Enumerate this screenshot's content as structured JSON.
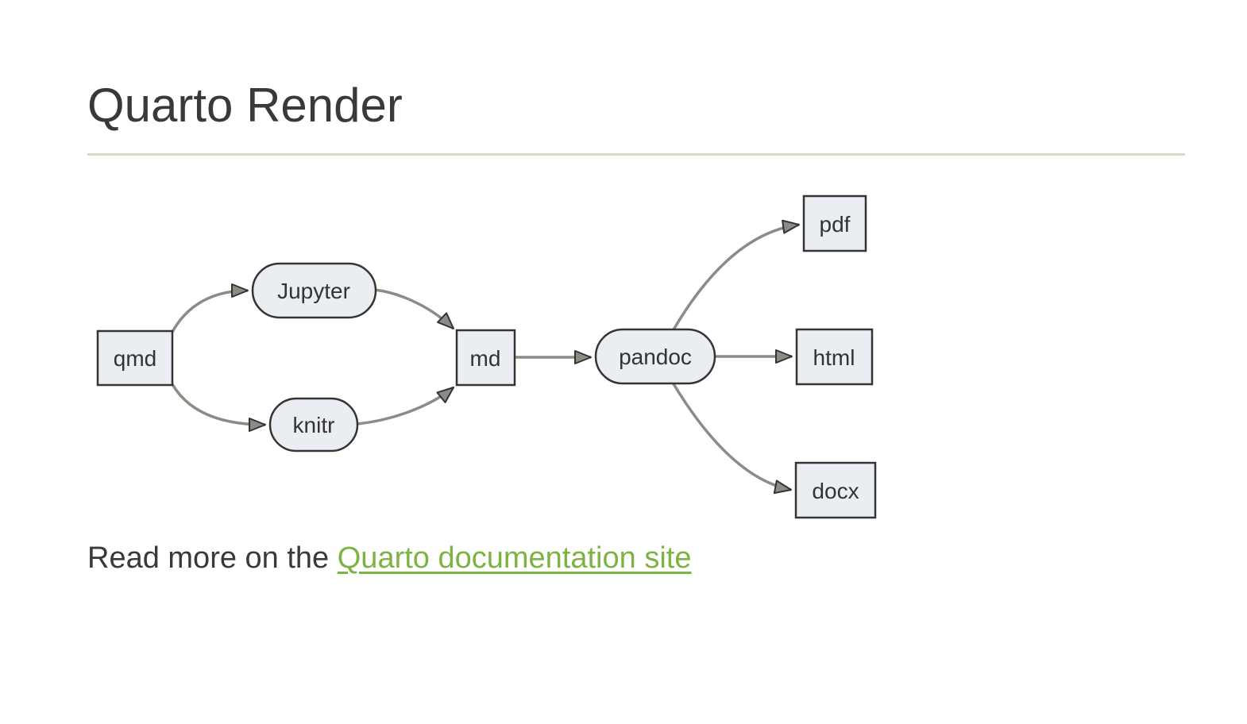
{
  "page": {
    "title": "Quarto Render",
    "paragraph_prefix": "Read more on the ",
    "link_text": "Quarto documentation site"
  },
  "colors": {
    "node_fill": "#EAEEF2",
    "node_border": "#343434",
    "edge": "#8C8C85",
    "arrowhead_fill": "#8C8C85",
    "title_text": "#373A3C",
    "node_text": "#333333",
    "link_green": "#7CB342",
    "rule_tan": "#DED6C7",
    "background": "#FFFFFF"
  },
  "diagram": {
    "type": "flowchart",
    "direction": "left-to-right",
    "nodes": [
      {
        "id": "qmd",
        "label": "qmd",
        "shape": "rect"
      },
      {
        "id": "jupyter",
        "label": "Jupyter",
        "shape": "stadium"
      },
      {
        "id": "knitr",
        "label": "knitr",
        "shape": "stadium"
      },
      {
        "id": "md",
        "label": "md",
        "shape": "rect"
      },
      {
        "id": "pandoc",
        "label": "pandoc",
        "shape": "stadium"
      },
      {
        "id": "pdf",
        "label": "pdf",
        "shape": "rect"
      },
      {
        "id": "html",
        "label": "html",
        "shape": "rect"
      },
      {
        "id": "docx",
        "label": "docx",
        "shape": "rect"
      }
    ],
    "edges": [
      {
        "from": "qmd",
        "to": "jupyter"
      },
      {
        "from": "qmd",
        "to": "knitr"
      },
      {
        "from": "jupyter",
        "to": "md"
      },
      {
        "from": "knitr",
        "to": "md"
      },
      {
        "from": "md",
        "to": "pandoc"
      },
      {
        "from": "pandoc",
        "to": "pdf"
      },
      {
        "from": "pandoc",
        "to": "html"
      },
      {
        "from": "pandoc",
        "to": "docx"
      }
    ]
  }
}
